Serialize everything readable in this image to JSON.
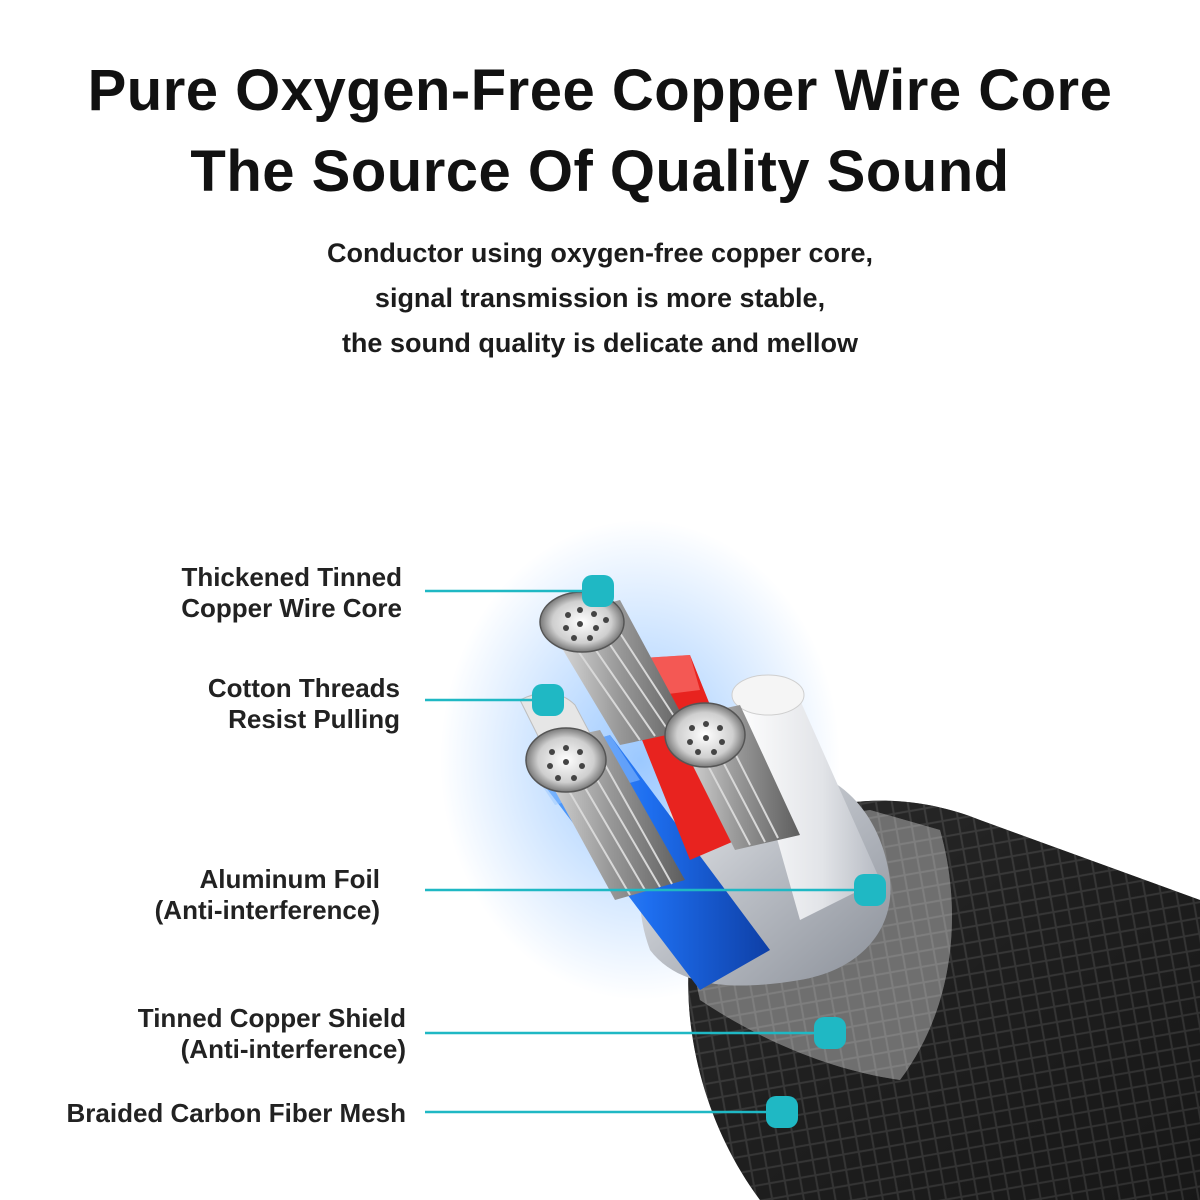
{
  "headline": {
    "line1": "Pure Oxygen-Free Copper Wire Core",
    "line2": "The Source Of Quality Sound"
  },
  "subtitle": {
    "line1": "Conductor using oxygen-free copper core,",
    "line2": "signal transmission is more stable,",
    "line3": "the sound quality is delicate and mellow"
  },
  "callouts": [
    {
      "line1": "Thickened Tinned",
      "line2": "Copper Wire Core"
    },
    {
      "line1": "Cotton Threads",
      "line2": "Resist Pulling"
    },
    {
      "line1": "Aluminum Foil",
      "line2": "(Anti-interference)"
    },
    {
      "line1": "Tinned Copper Shield",
      "line2": "(Anti-interference)"
    },
    {
      "line1": "Braided Carbon Fiber Mesh",
      "line2": ""
    }
  ],
  "colors": {
    "accent": "#1fb8c4",
    "wire_blue": "#1e6ff0",
    "wire_red": "#e8231f",
    "braid": "#2a2a2a",
    "text": "#111111"
  }
}
